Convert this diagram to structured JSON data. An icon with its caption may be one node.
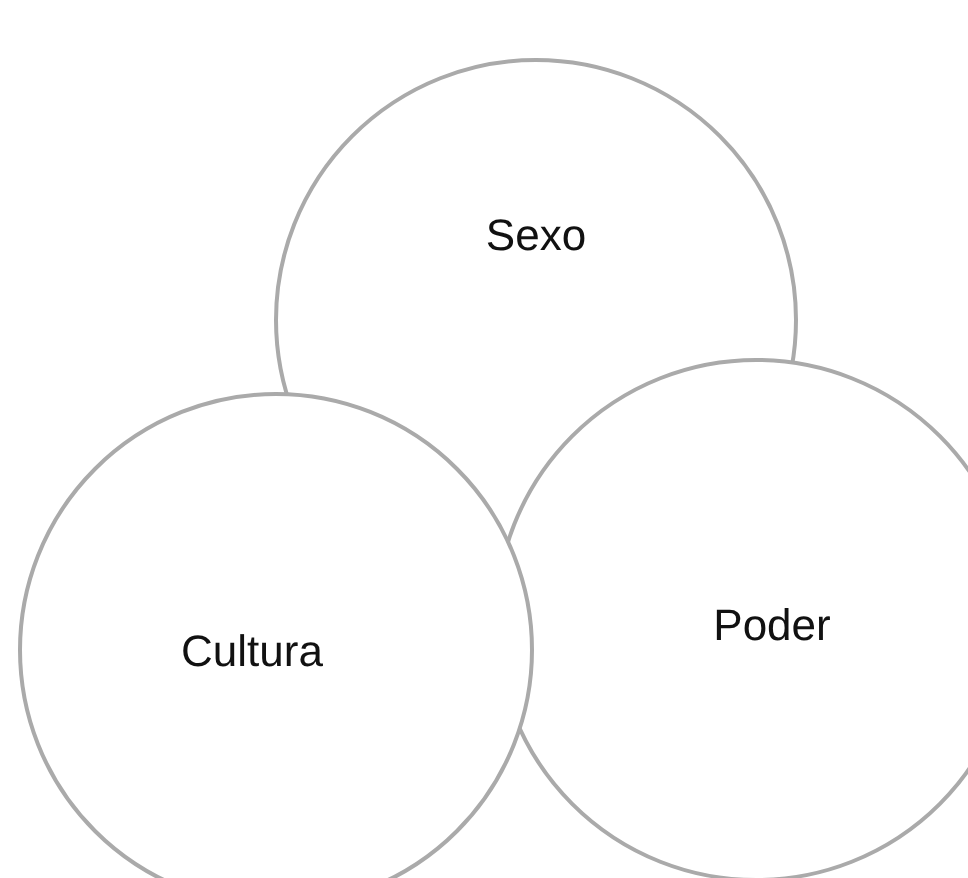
{
  "diagram": {
    "nodes": [
      {
        "text": [
          "Sexo"
        ]
      },
      {
        "text": [
          "Cultura"
        ]
      },
      {
        "text": [
          "Poder"
        ]
      }
    ],
    "edges": []
  }
}
